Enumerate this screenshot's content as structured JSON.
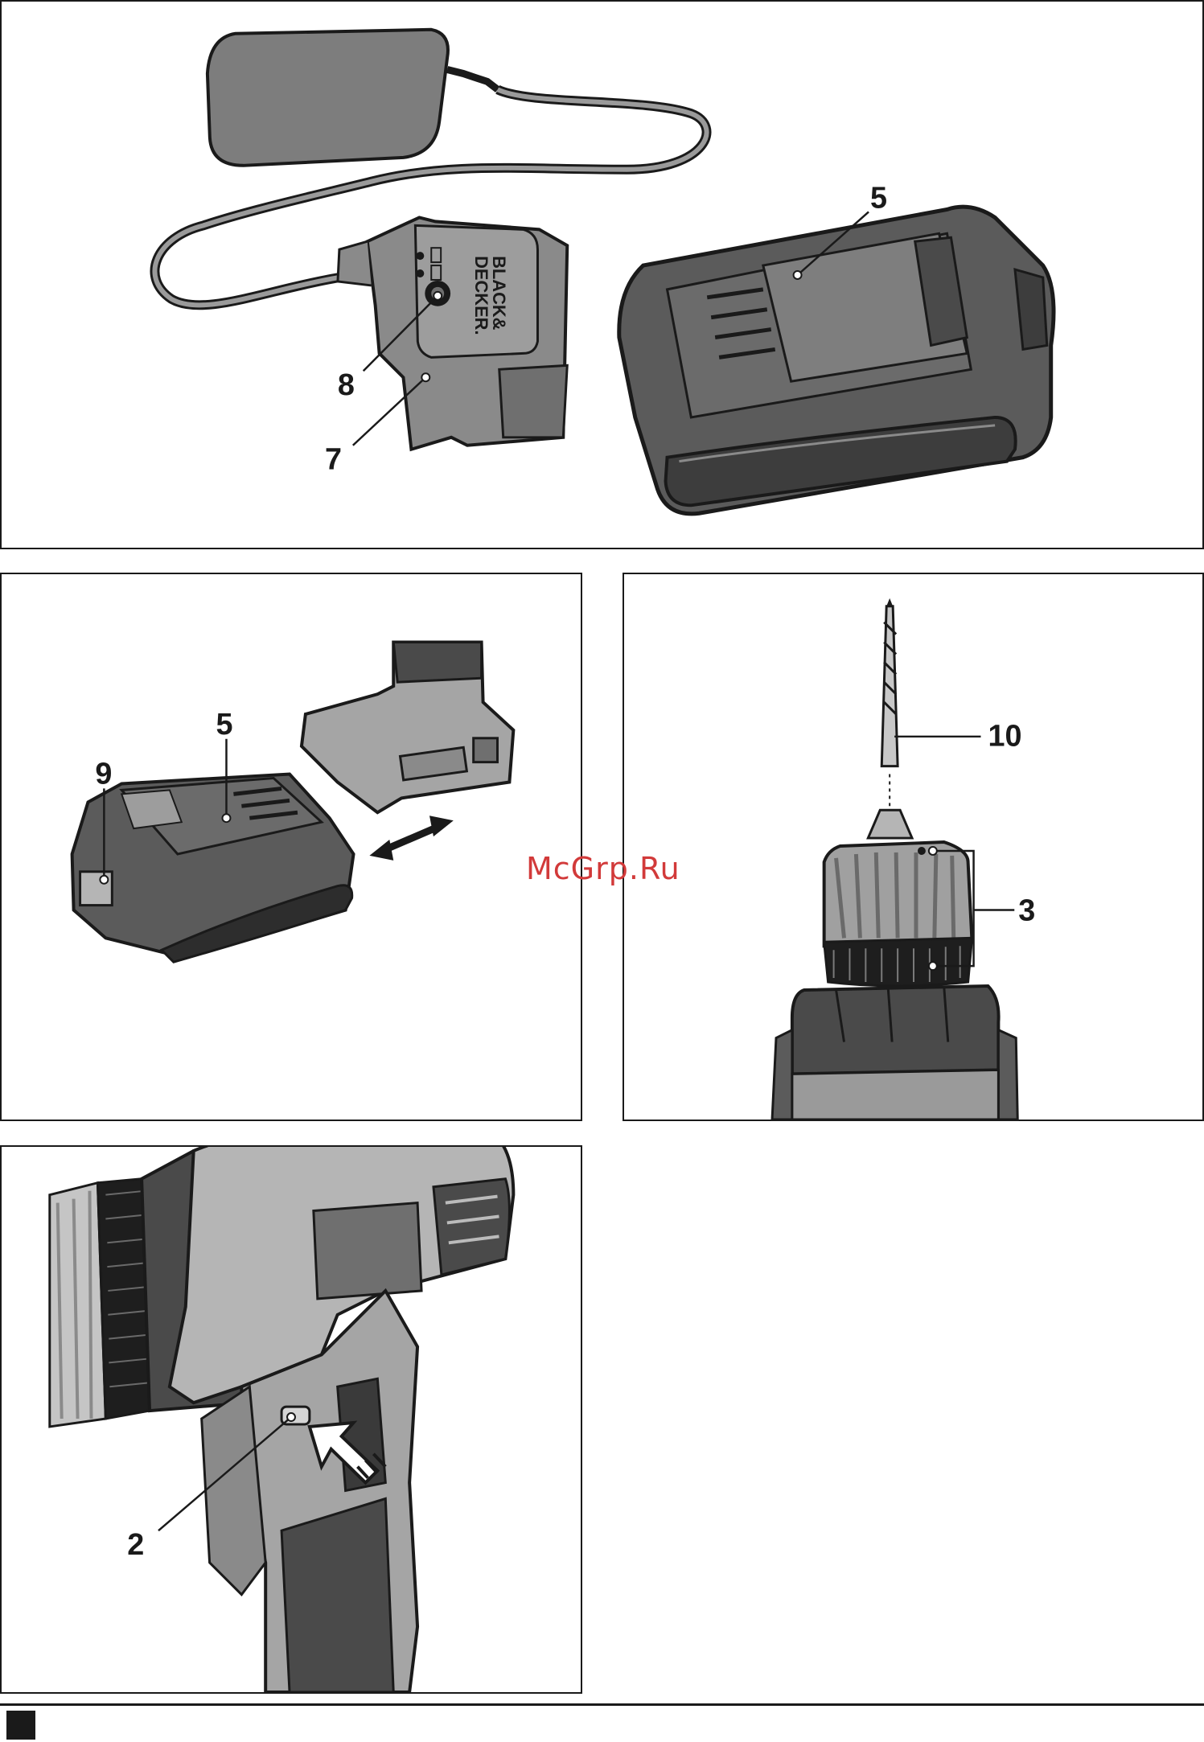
{
  "figures": {
    "charger_panel": {
      "brand_line1": "BLACK&",
      "brand_line2": "DECKER.",
      "label_battery": "5",
      "label_charge_socket": "8",
      "label_charger": "7"
    },
    "battery_panel": {
      "label_battery": "5",
      "label_release_button": "9"
    },
    "chuck_panel": {
      "label_drill_bit": "10",
      "label_chuck": "3"
    },
    "switch_panel": {
      "label_direction_slider": "2"
    }
  },
  "watermark": "McGrp.Ru"
}
